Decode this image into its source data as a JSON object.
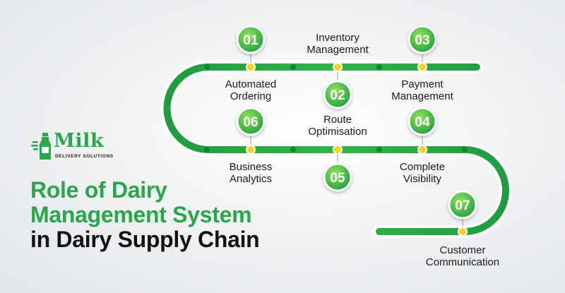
{
  "logo": {
    "word": "Milk",
    "tagline": "DELIVERY SOLUTIONS"
  },
  "headline": {
    "line1": "Role of Dairy",
    "line2": "Management System",
    "line3": "in Dairy Supply Chain"
  },
  "colors": {
    "green_dark": "#1e9b3e",
    "green_light": "#7fdc5a",
    "yellow": "#ffd21f",
    "path_outline": "#ffffff"
  },
  "steps": [
    {
      "number": "01",
      "line1": "Automated",
      "line2": "Ordering"
    },
    {
      "number": "02",
      "line1": "Route",
      "line2": "Optimisation"
    },
    {
      "number": "03",
      "line1": "Payment",
      "line2": "Management"
    },
    {
      "number": "04",
      "line1": "Complete",
      "line2": "Visibility"
    },
    {
      "number": "05",
      "line1": "Business",
      "line2": "Analytics"
    },
    {
      "number": "06",
      "line1": "Inventory",
      "line2": "Management"
    },
    {
      "number": "07",
      "line1": "Customer",
      "line2": "Communication"
    }
  ]
}
